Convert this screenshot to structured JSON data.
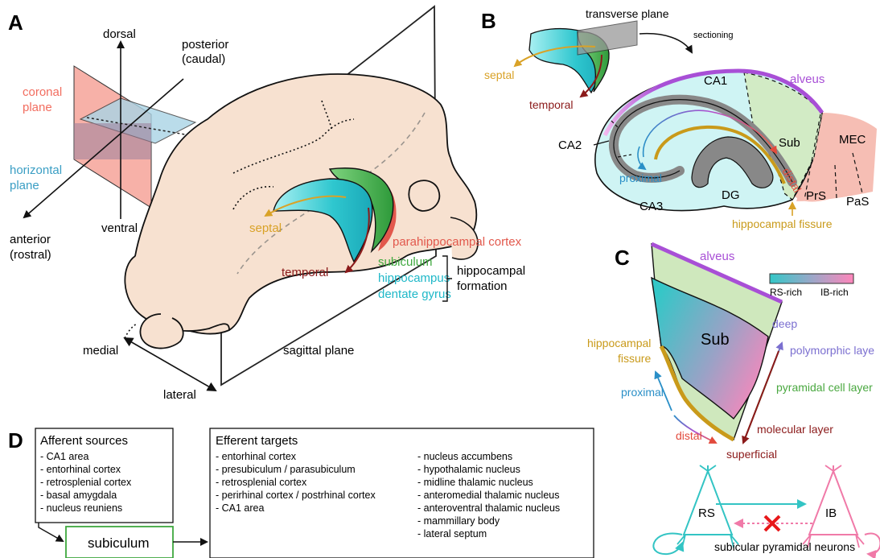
{
  "panels": {
    "a": "A",
    "b": "B",
    "c": "C",
    "d": "D"
  },
  "colors": {
    "coronal": "#f26d5f",
    "horizontal": "#3a9ec4",
    "septal": "#d9a227",
    "temporal": "#8b1a1a",
    "subiculum": "#3ea83e",
    "hippocampus": "#1fb8c8",
    "parahippocampal": "#e2584c",
    "alveus": "#a84fd6",
    "deep": "#7b6fd0",
    "superficial": "#8b1a1a",
    "rs": "#33c4c4",
    "ib": "#f07aa8"
  },
  "panel_a": {
    "dorsal": "dorsal",
    "ventral": "ventral",
    "posterior": "posterior",
    "caudal": "(caudal)",
    "anterior": "anterior",
    "rostral": "(rostral)",
    "coronal_1": "coronal",
    "coronal_2": "plane",
    "horizontal_1": "horizontal",
    "horizontal_2": "plane",
    "medial": "medial",
    "lateral": "lateral",
    "sagittal": "sagittal plane",
    "septal": "septal",
    "temporal": "temporal",
    "parahippocampal": "parahippocampal cortex",
    "subiculum": "subiculum",
    "hippocampus": "hippocampus",
    "dentate": "dentate gyrus",
    "formation_1": "hippocampal",
    "formation_2": "formation"
  },
  "panel_b": {
    "transverse": "transverse plane",
    "sectioning": "sectioning",
    "septal": "septal",
    "temporal": "temporal",
    "ca1": "CA1",
    "ca2": "CA2",
    "ca3": "CA3",
    "dg": "DG",
    "sub": "Sub",
    "mec": "MEC",
    "prs": "PrS",
    "pas": "PaS",
    "alveus": "alveus",
    "proximal": "proximal",
    "distal": "distal",
    "fissure": "hippocampal fissure"
  },
  "panel_c": {
    "alveus": "alveus",
    "sub": "Sub",
    "rs_rich": "RS-rich",
    "ib_rich": "IB-rich",
    "deep": "deep",
    "polymorphic": "polymorphic laye",
    "pyramidal": "pyramidal cell layer",
    "molecular": "molecular layer",
    "superficial": "superficial",
    "fissure_1": "hippocampal",
    "fissure_2": "fissure",
    "proximal": "proximal",
    "distal": "distal",
    "rs": "RS",
    "ib": "IB",
    "neurons": "subicular pyramidal neurons"
  },
  "panel_d": {
    "afferent_title": "Afferent sources",
    "afferent": [
      "- CA1 area",
      "- entorhinal cortex",
      "- retrosplenial cortex",
      "- basal amygdala",
      "- nucleus reuniens"
    ],
    "efferent_title": "Efferent targets",
    "efferent_left": [
      "- entorhinal cortex",
      "- presubiculum / parasubiculum",
      "- retrosplenial cortex",
      "- perirhinal cortex / postrhinal cortex",
      "- CA1 area"
    ],
    "efferent_right": [
      "- nucleus accumbens",
      "- hypothalamic nucleus",
      "- midline thalamic nucleus",
      "- anteromedial thalamic nucleus",
      "- anteroventral thalamic nucleus",
      "- mammillary body",
      "- lateral septum"
    ],
    "subiculum": "subiculum"
  }
}
